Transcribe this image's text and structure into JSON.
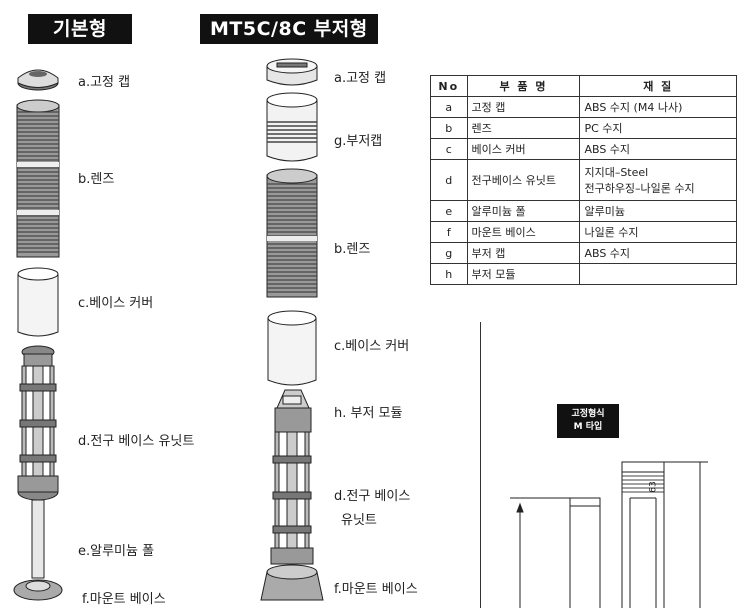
{
  "headers": {
    "basic": "기본형",
    "buzzer": "MT5C/8C 부저형"
  },
  "basic_labels": {
    "a": "a.고정 캡",
    "b": "b.렌즈",
    "c": "c.베이스 커버",
    "d": "d.전구 베이스 유닛트",
    "e": "e.알루미늄 폴",
    "f": "f.마운트 베이스"
  },
  "buzzer_labels": {
    "a": "a.고정 캡",
    "g": "g.부저캡",
    "b": "b.렌즈",
    "c": "c.베이스 커버",
    "h": "h. 부저 모듈",
    "d1": "d.전구 베이스",
    "d2": "유닛트",
    "f": "f.마운트 베이스"
  },
  "table": {
    "headers": [
      "No",
      "부 품 명",
      "재 질"
    ],
    "rows": [
      {
        "no": "a",
        "name": "고정 캡",
        "mat": "ABS 수지 (M4 나사)",
        "mat2": ""
      },
      {
        "no": "b",
        "name": "렌즈",
        "mat": "PC 수지",
        "mat2": ""
      },
      {
        "no": "c",
        "name": "베이스 커버",
        "mat": "ABS 수지",
        "mat2": ""
      },
      {
        "no": "d",
        "name": "전구베이스 유닛트",
        "mat": "지지대–Steel",
        "mat2": "전구하우징–나일론 수지"
      },
      {
        "no": "e",
        "name": "알루미늄 폴",
        "mat": "알루미늄",
        "mat2": ""
      },
      {
        "no": "f",
        "name": "마운트 베이스",
        "mat": "나일론 수지",
        "mat2": ""
      },
      {
        "no": "g",
        "name": "부저 캡",
        "mat": "ABS 수지",
        "mat2": ""
      },
      {
        "no": "h",
        "name": "부저 모듈",
        "mat": "",
        "mat2": ""
      }
    ]
  },
  "badge": {
    "line1": "고정형식",
    "line2": "M 타입"
  },
  "dimension": "63"
}
